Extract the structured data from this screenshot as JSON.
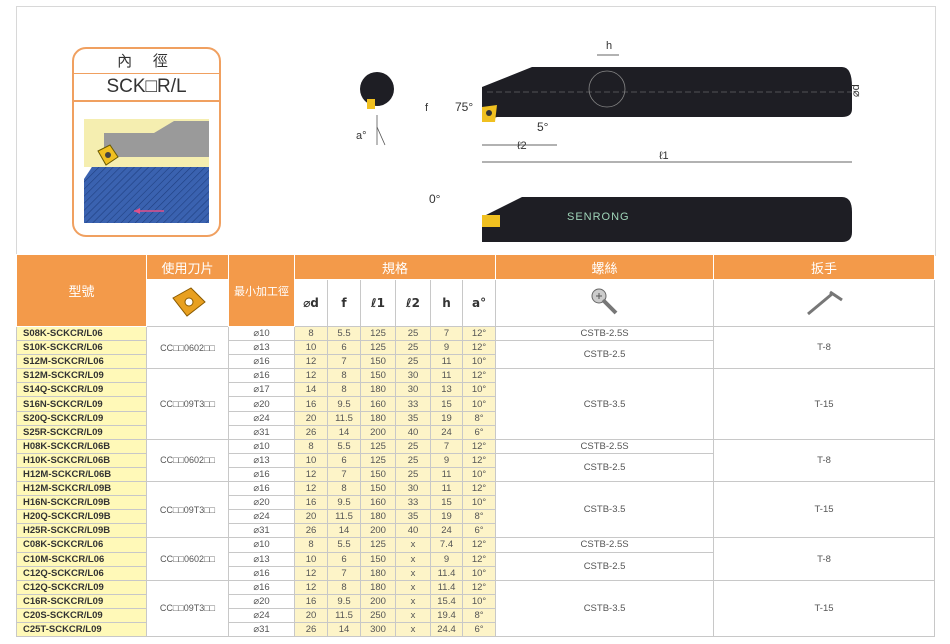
{
  "badge": {
    "title": "內 徑",
    "code": "SCK□R/L"
  },
  "drawing_labels": {
    "h": "h",
    "d": "⌀d",
    "f": "f",
    "angle75": "75°",
    "angle5": "5°",
    "a": "a°",
    "l2": "ℓ2",
    "l1": "ℓ1",
    "angle0": "0°",
    "brand": "SENRONG"
  },
  "table": {
    "headers": {
      "model": "型號",
      "insert": "使用刀片",
      "min_bore": "最小加工徑",
      "spec": "規格",
      "screw": "螺絲",
      "wrench": "扳手"
    },
    "spec_headers": [
      "⌀d",
      "f",
      "ℓ1",
      "ℓ2",
      "h",
      "a°"
    ],
    "rows": [
      {
        "model": "S08K-SCKCR/L06",
        "bore": "⌀10",
        "d": "8",
        "f": "5.5",
        "l1": "125",
        "l2": "25",
        "h": "7",
        "a": "12°"
      },
      {
        "model": "S10K-SCKCR/L06",
        "bore": "⌀13",
        "d": "10",
        "f": "6",
        "l1": "125",
        "l2": "25",
        "h": "9",
        "a": "12°"
      },
      {
        "model": "S12M-SCKCR/L06",
        "bore": "⌀16",
        "d": "12",
        "f": "7",
        "l1": "150",
        "l2": "25",
        "h": "11",
        "a": "10°"
      },
      {
        "model": "S12M-SCKCR/L09",
        "bore": "⌀16",
        "d": "12",
        "f": "8",
        "l1": "150",
        "l2": "30",
        "h": "11",
        "a": "12°"
      },
      {
        "model": "S14Q-SCKCR/L09",
        "bore": "⌀17",
        "d": "14",
        "f": "8",
        "l1": "180",
        "l2": "30",
        "h": "13",
        "a": "10°"
      },
      {
        "model": "S16N-SCKCR/L09",
        "bore": "⌀20",
        "d": "16",
        "f": "9.5",
        "l1": "160",
        "l2": "33",
        "h": "15",
        "a": "10°"
      },
      {
        "model": "S20Q-SCKCR/L09",
        "bore": "⌀24",
        "d": "20",
        "f": "11.5",
        "l1": "180",
        "l2": "35",
        "h": "19",
        "a": "8°"
      },
      {
        "model": "S25R-SCKCR/L09",
        "bore": "⌀31",
        "d": "26",
        "f": "14",
        "l1": "200",
        "l2": "40",
        "h": "24",
        "a": "6°"
      },
      {
        "model": "H08K-SCKCR/L06B",
        "bore": "⌀10",
        "d": "8",
        "f": "5.5",
        "l1": "125",
        "l2": "25",
        "h": "7",
        "a": "12°"
      },
      {
        "model": "H10K-SCKCR/L06B",
        "bore": "⌀13",
        "d": "10",
        "f": "6",
        "l1": "125",
        "l2": "25",
        "h": "9",
        "a": "12°"
      },
      {
        "model": "H12M-SCKCR/L06B",
        "bore": "⌀16",
        "d": "12",
        "f": "7",
        "l1": "150",
        "l2": "25",
        "h": "11",
        "a": "10°"
      },
      {
        "model": "H12M-SCKCR/L09B",
        "bore": "⌀16",
        "d": "12",
        "f": "8",
        "l1": "150",
        "l2": "30",
        "h": "11",
        "a": "12°"
      },
      {
        "model": "H16N-SCKCR/L09B",
        "bore": "⌀20",
        "d": "16",
        "f": "9.5",
        "l1": "160",
        "l2": "33",
        "h": "15",
        "a": "10°"
      },
      {
        "model": "H20Q-SCKCR/L09B",
        "bore": "⌀24",
        "d": "20",
        "f": "11.5",
        "l1": "180",
        "l2": "35",
        "h": "19",
        "a": "8°"
      },
      {
        "model": "H25R-SCKCR/L09B",
        "bore": "⌀31",
        "d": "26",
        "f": "14",
        "l1": "200",
        "l2": "40",
        "h": "24",
        "a": "6°"
      },
      {
        "model": "C08K-SCKCR/L06",
        "bore": "⌀10",
        "d": "8",
        "f": "5.5",
        "l1": "125",
        "l2": "x",
        "h": "7.4",
        "a": "12°"
      },
      {
        "model": "C10M-SCKCR/L06",
        "bore": "⌀13",
        "d": "10",
        "f": "6",
        "l1": "150",
        "l2": "x",
        "h": "9",
        "a": "12°"
      },
      {
        "model": "C12Q-SCKCR/L06",
        "bore": "⌀16",
        "d": "12",
        "f": "7",
        "l1": "180",
        "l2": "x",
        "h": "11.4",
        "a": "10°"
      },
      {
        "model": "C12Q-SCKCR/L09",
        "bore": "⌀16",
        "d": "12",
        "f": "8",
        "l1": "180",
        "l2": "x",
        "h": "11.4",
        "a": "12°"
      },
      {
        "model": "C16R-SCKCR/L09",
        "bore": "⌀20",
        "d": "16",
        "f": "9.5",
        "l1": "200",
        "l2": "x",
        "h": "15.4",
        "a": "10°"
      },
      {
        "model": "C20S-SCKCR/L09",
        "bore": "⌀24",
        "d": "20",
        "f": "11.5",
        "l1": "250",
        "l2": "x",
        "h": "19.4",
        "a": "8°"
      },
      {
        "model": "C25T-SCKCR/L09",
        "bore": "⌀31",
        "d": "26",
        "f": "14",
        "l1": "300",
        "l2": "x",
        "h": "24.4",
        "a": "6°"
      }
    ],
    "inserts": [
      "CC□□0602□□",
      "CC□□09T3□□",
      "CC□□0602□□",
      "CC□□09T3□□",
      "CC□□0602□□",
      "CC□□09T3□□"
    ],
    "screws": [
      "CSTB-2.5S",
      "CSTB-2.5",
      "CSTB-3.5",
      "CSTB-2.5S",
      "CSTB-2.5",
      "CSTB-3.5",
      "CSTB-2.5S",
      "CSTB-2.5",
      "CSTB-3.5"
    ],
    "wrenches": [
      "T-8",
      "T-15",
      "T-8",
      "T-15",
      "T-8",
      "T-15"
    ]
  }
}
